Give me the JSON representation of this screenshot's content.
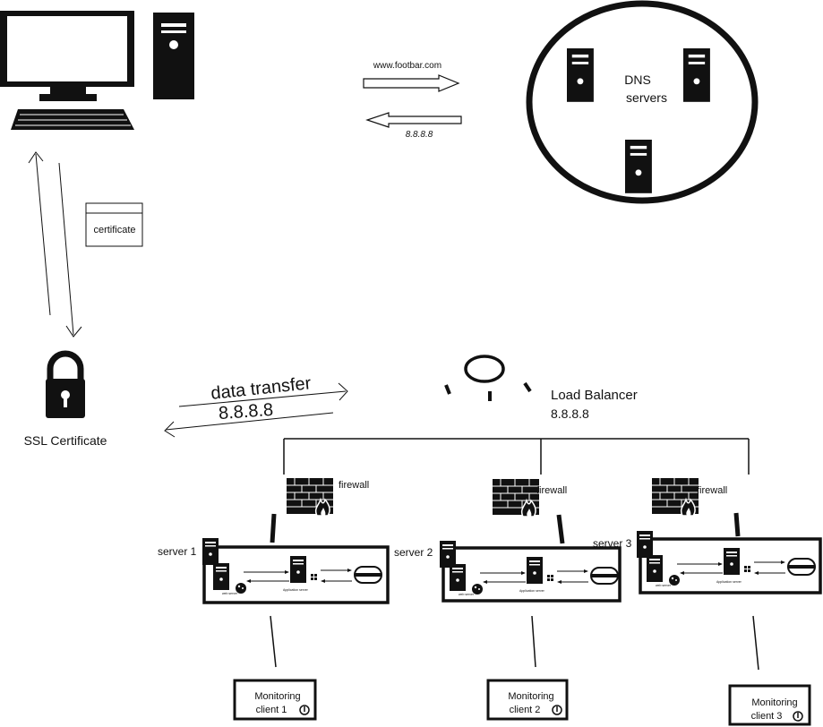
{
  "dns": {
    "request_label": "www.footbar.com",
    "response_label": "8.8.8.8",
    "title_line1": "DNS",
    "title_line2": "servers"
  },
  "certificate": {
    "card_label": "certificate"
  },
  "ssl": {
    "label": "SSL Certificate"
  },
  "transfer": {
    "title": "data transfer",
    "ip": "8.8.8.8"
  },
  "load_balancer": {
    "title": "Load Balancer",
    "ip": "8.8.8.8"
  },
  "branches": [
    {
      "firewall_label": "firewall",
      "server_label": "server 1",
      "monitor_line1": "Monitoring",
      "monitor_line2": "client 1"
    },
    {
      "firewall_label": "firewall",
      "server_label": "server 2",
      "monitor_line1": "Monitoring",
      "monitor_line2": "client 2"
    },
    {
      "firewall_label": "firewall",
      "server_label": "server 3",
      "monitor_line1": "Monitoring",
      "monitor_line2": "client 3"
    }
  ],
  "stack": {
    "web_server_label": "web server",
    "app_server_label": "Application server",
    "database_label": "DATABASE"
  }
}
